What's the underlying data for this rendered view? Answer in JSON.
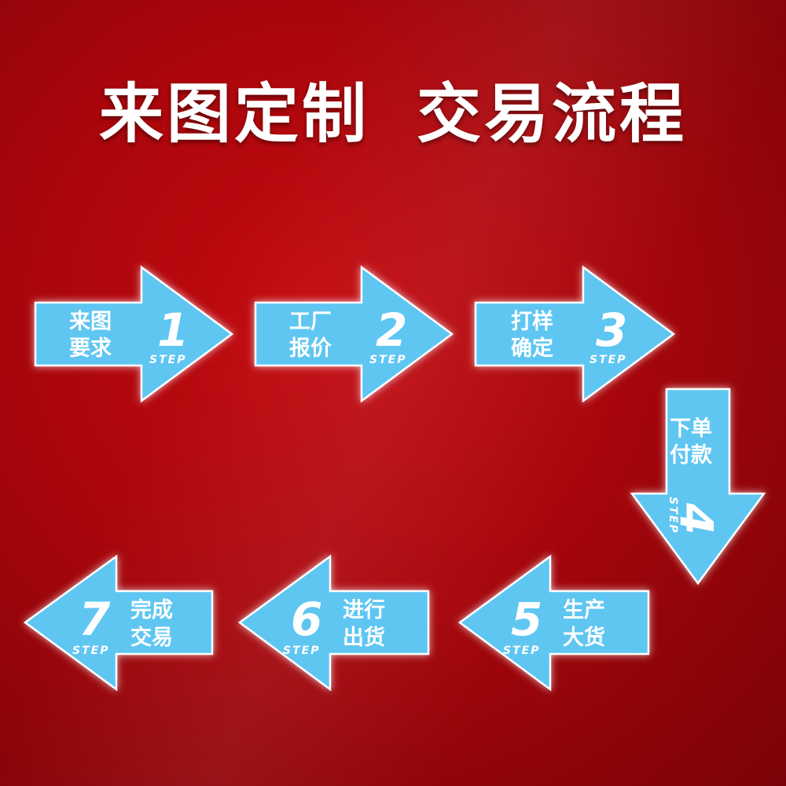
{
  "title": {
    "part1": "来图定制",
    "part2": "交易流程"
  },
  "step_word": "STEP",
  "steps": [
    {
      "number": "1",
      "line1": "来图",
      "line2": "要求"
    },
    {
      "number": "2",
      "line1": "工厂",
      "line2": "报价"
    },
    {
      "number": "3",
      "line1": "打样",
      "line2": "确定"
    },
    {
      "number": "4",
      "line1": "下单",
      "line2": "付款"
    },
    {
      "number": "5",
      "line1": "生产",
      "line2": "大货"
    },
    {
      "number": "6",
      "line1": "进行",
      "line2": "出货"
    },
    {
      "number": "7",
      "line1": "完成",
      "line2": "交易"
    }
  ],
  "colors": {
    "background": "#b00710",
    "arrow": "#5fc6f2",
    "text": "#ffffff"
  }
}
